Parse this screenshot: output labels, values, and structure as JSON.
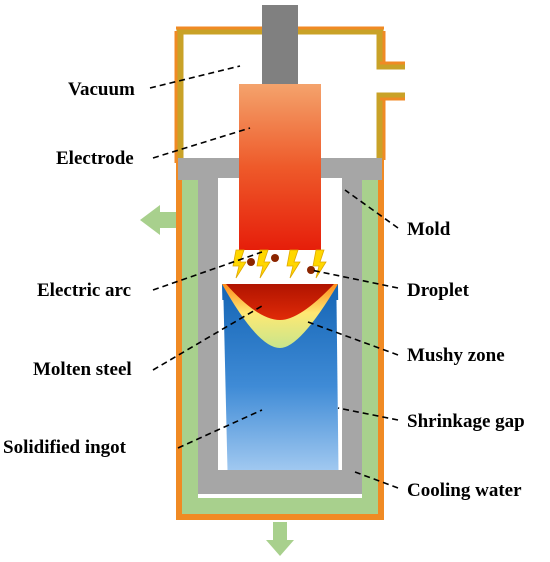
{
  "labels": {
    "vacuum": "Vacuum",
    "electrode": "Electrode",
    "electric_arc": "Electric arc",
    "molten_steel": "Molten steel",
    "solidified_ingot": "Solidified ingot",
    "mold": "Mold",
    "droplet": "Droplet",
    "mushy_zone": "Mushy zone",
    "shrinkage_gap": "Shrinkage gap",
    "cooling_water": "Cooling water"
  },
  "colors": {
    "chamber_frame": "#c9a227",
    "outer_wall": "#f08a24",
    "cooling_water": "#a8d08d",
    "mold": "#a6a6a6",
    "stem": "#808080",
    "electrode_top": "#f4a36c",
    "electrode_bottom": "#e61e0a",
    "arc": "#ffd700",
    "droplet": "#8b2500",
    "molten_steel": "#d81e05",
    "mushy_zone": "#ffe873",
    "ingot_top": "#1464b4",
    "ingot_bottom": "#a0c8f0",
    "flow_arrow": "#a8d08d"
  }
}
